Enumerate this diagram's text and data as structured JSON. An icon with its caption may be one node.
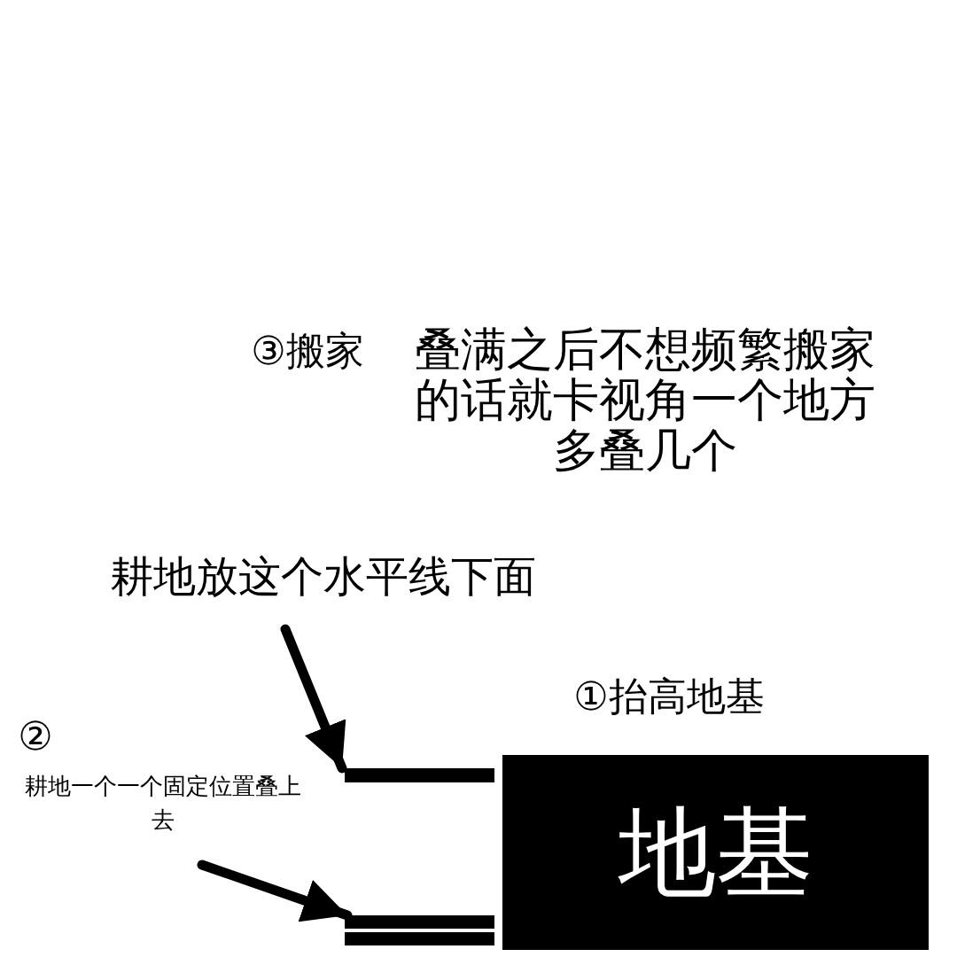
{
  "diagram": {
    "nodes": [
      {
        "text": [
          "耕地放这个水平线下面"
        ]
      },
      {
        "text": [],
        "shape": "bar"
      },
      {
        "text": [
          "耕地一个一个固定位置叠上去"
        ]
      },
      {
        "text": [],
        "shape": "bar"
      },
      {
        "text": [],
        "shape": "bar"
      },
      {
        "text": [
          "地基"
        ]
      }
    ],
    "edges": [
      {
        "from": 0,
        "to": 1,
        "arrow": "to"
      },
      {
        "from": 2,
        "to": 3,
        "arrow": "to"
      }
    ],
    "labels": [
      "③搬家",
      "叠满之后不想频繁搬家的话就卡视角一个地方多叠几个",
      "①抬高地基",
      "②"
    ]
  }
}
